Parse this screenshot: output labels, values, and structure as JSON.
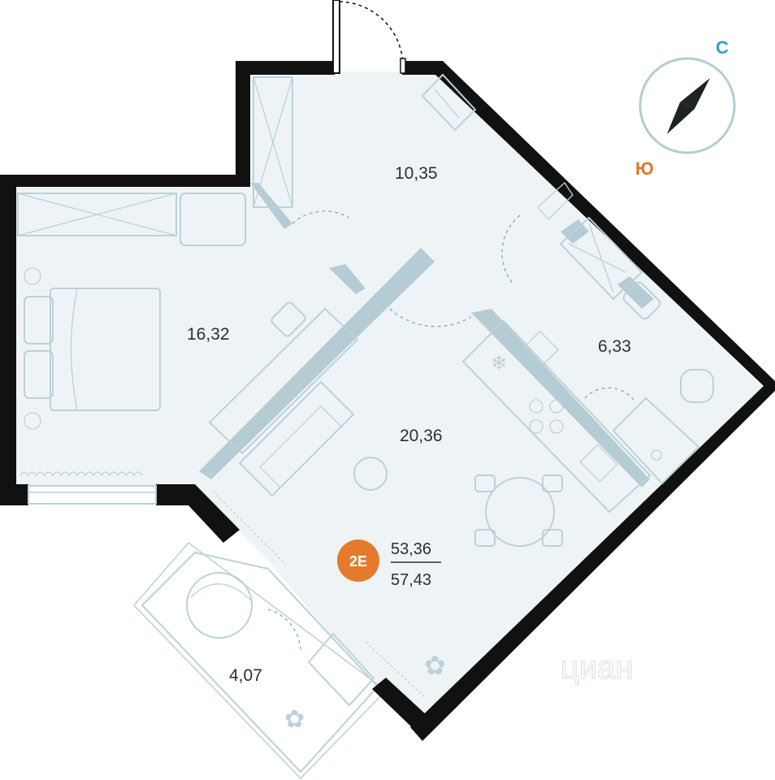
{
  "rooms": {
    "hall": "10,35",
    "bedroom": "16,32",
    "bathroom": "6,33",
    "living_kitchen": "20,36",
    "balcony": "4,07"
  },
  "apartment": {
    "type_badge": "2E",
    "living_area": "53,36",
    "total_area": "57,43"
  },
  "compass": {
    "north": "С",
    "south": "Ю",
    "north_color": "#3a9cc0",
    "south_color": "#e0762f"
  },
  "watermark": "циан",
  "colors": {
    "wall": "#111111",
    "floor": "#eef4f6",
    "partition": "#b5ccd4",
    "badge": "#e57a2c"
  }
}
